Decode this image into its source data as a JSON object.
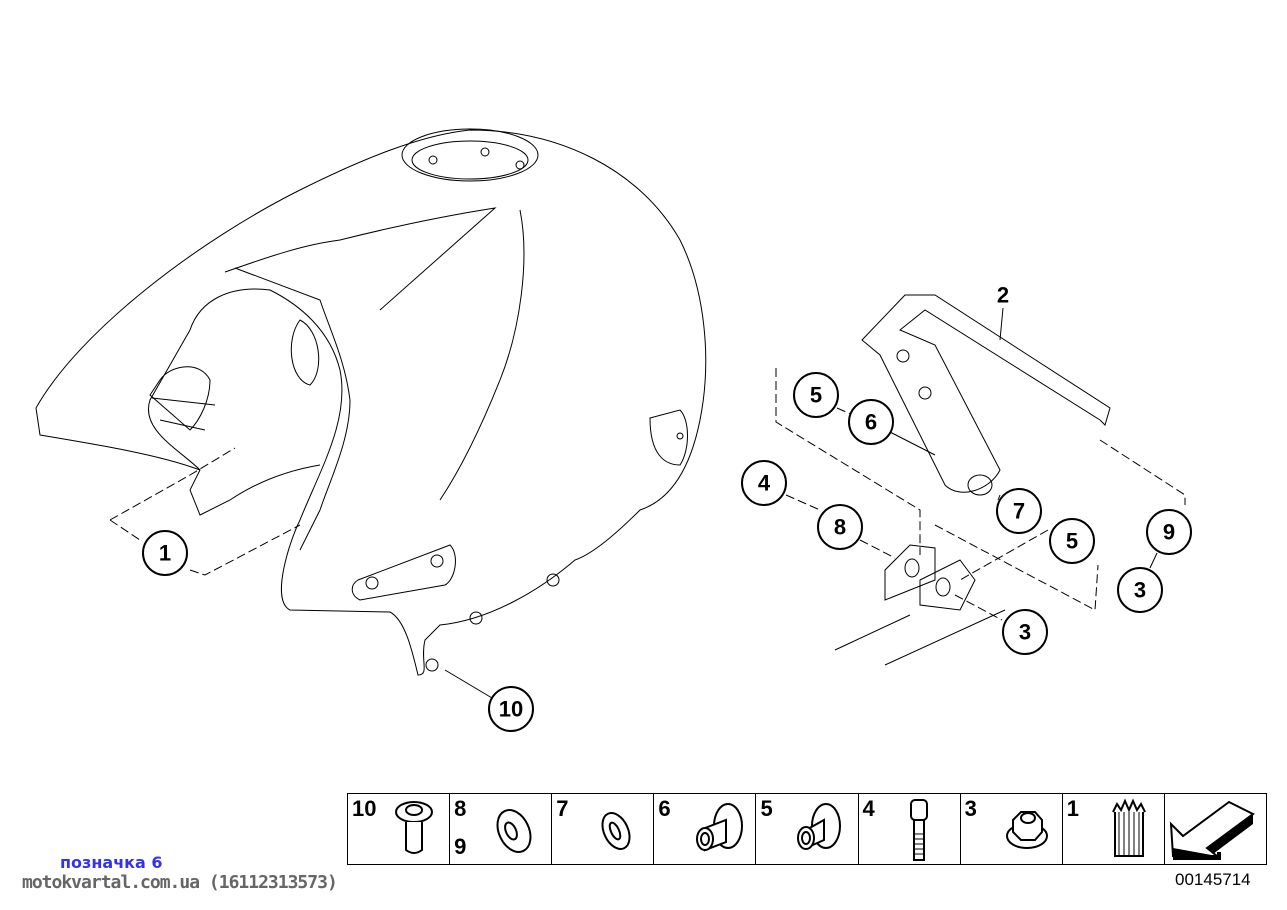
{
  "callouts": {
    "c1": "1",
    "c2": "2",
    "c3a": "3",
    "c3b": "3",
    "c4": "4",
    "c5a": "5",
    "c5b": "5",
    "c6": "6",
    "c7": "7",
    "c8": "8",
    "c9": "9",
    "c10": "10"
  },
  "legend": [
    {
      "numbers": [
        "10"
      ],
      "icon": "collar-bushing-icon"
    },
    {
      "numbers": [
        "8",
        "9"
      ],
      "icon": "rubber-washer-icon"
    },
    {
      "numbers": [
        "7"
      ],
      "icon": "washer-icon"
    },
    {
      "numbers": [
        "6"
      ],
      "icon": "flanged-bushing-icon"
    },
    {
      "numbers": [
        "5"
      ],
      "icon": "flanged-bushing-icon"
    },
    {
      "numbers": [
        "4"
      ],
      "icon": "socket-head-screw-icon"
    },
    {
      "numbers": [
        "3"
      ],
      "icon": "flange-nut-icon"
    },
    {
      "numbers": [
        "1"
      ],
      "icon": "rubber-grommet-icon"
    },
    {
      "numbers": [],
      "icon": "direction-arrow-icon"
    }
  ],
  "footer": {
    "tag": "позначка 6",
    "site": "motokvartal.com.ua (16112313573)",
    "diagram_code": "00145714"
  },
  "colors": {
    "tag": "#3333ee",
    "site": "#666666"
  }
}
